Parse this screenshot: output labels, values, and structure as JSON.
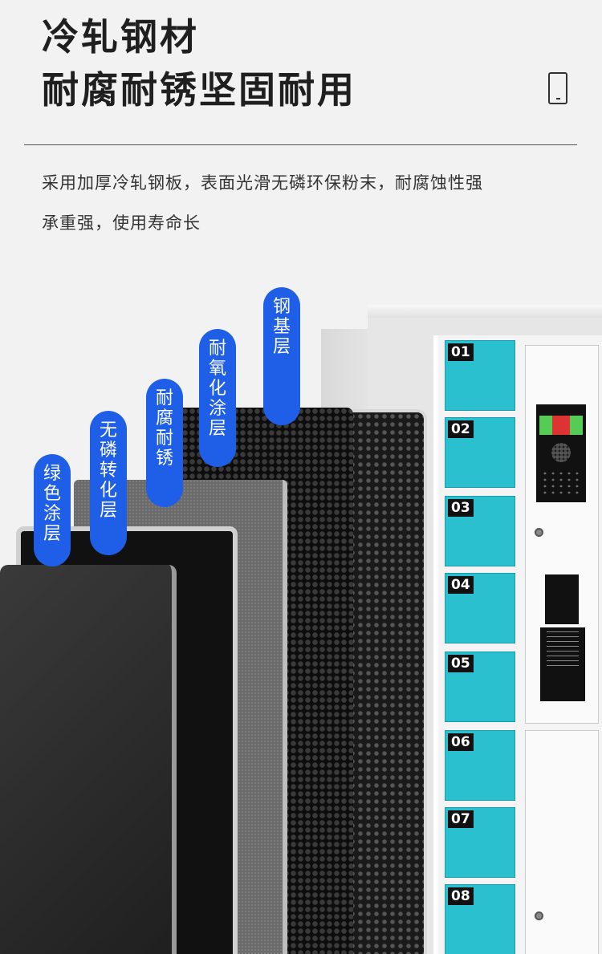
{
  "header": {
    "title_line1": "冷轧钢材",
    "title_line2": "耐腐耐锈坚固耐用",
    "desc_line1": "采用加厚冷轧钢板，表面光滑无磷环保粉末，耐腐蚀性强",
    "desc_line2": "承重强，使用寿命长"
  },
  "layers": [
    {
      "label": "绿色涂层"
    },
    {
      "label": "无磷转化层"
    },
    {
      "label": "耐腐耐锈"
    },
    {
      "label": "耐氧化涂层"
    },
    {
      "label": "钢基层"
    }
  ],
  "lockers": [
    "01",
    "02",
    "03",
    "04",
    "05",
    "06",
    "07",
    "08"
  ],
  "colors": {
    "accent_blue": "#1f5fe8",
    "door_cyan": "#2bc0cf"
  }
}
